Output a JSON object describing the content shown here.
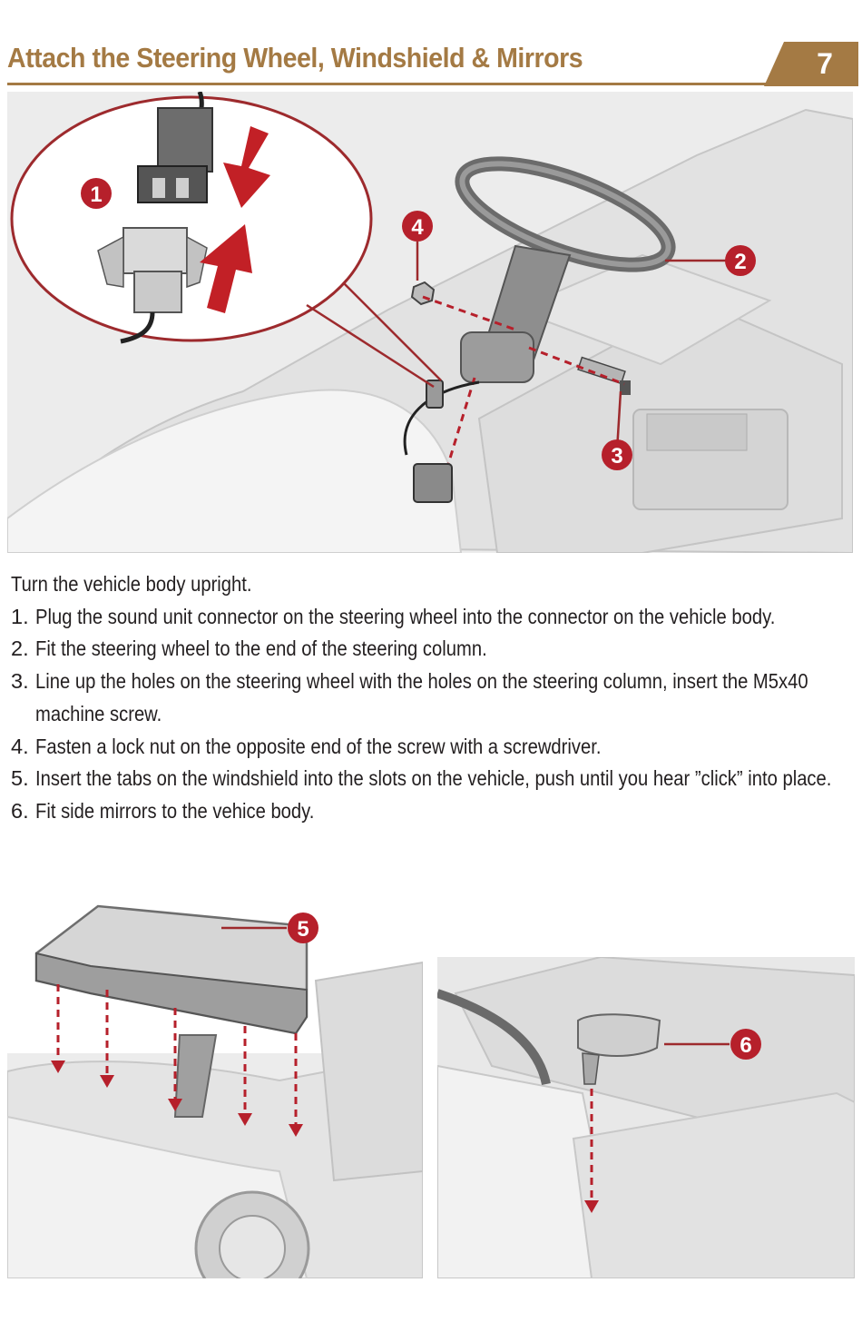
{
  "header": {
    "title": "Attach the Steering Wheel, Windshield & Mirrors",
    "page_number": "7",
    "accent_color": "#a47a44"
  },
  "callouts": {
    "c1": "1",
    "c2": "2",
    "c3": "3",
    "c4": "4",
    "c5": "5",
    "c6": "6",
    "badge_color": "#b6202b"
  },
  "instructions": {
    "intro": "Turn the vehicle body upright.",
    "steps": [
      {
        "num": "1.",
        "text": "Plug the sound unit connector on the steering wheel into the connector on the vehicle body."
      },
      {
        "num": "2.",
        "text": "Fit the steering wheel to the end of the steering column."
      },
      {
        "num": "3.",
        "text": "Line up the holes on the steering wheel with the holes on the steering column, insert the M5x40 machine screw."
      },
      {
        "num": "4.",
        "text": "Fasten a lock nut on the opposite end of the screw with a screwdriver."
      },
      {
        "num": "5.",
        "text": "Insert the tabs on the windshield into the slots on the vehicle, push until you hear ”click” into place."
      },
      {
        "num": "6.",
        "text": "Fit side mirrors to the vehice body."
      }
    ]
  }
}
